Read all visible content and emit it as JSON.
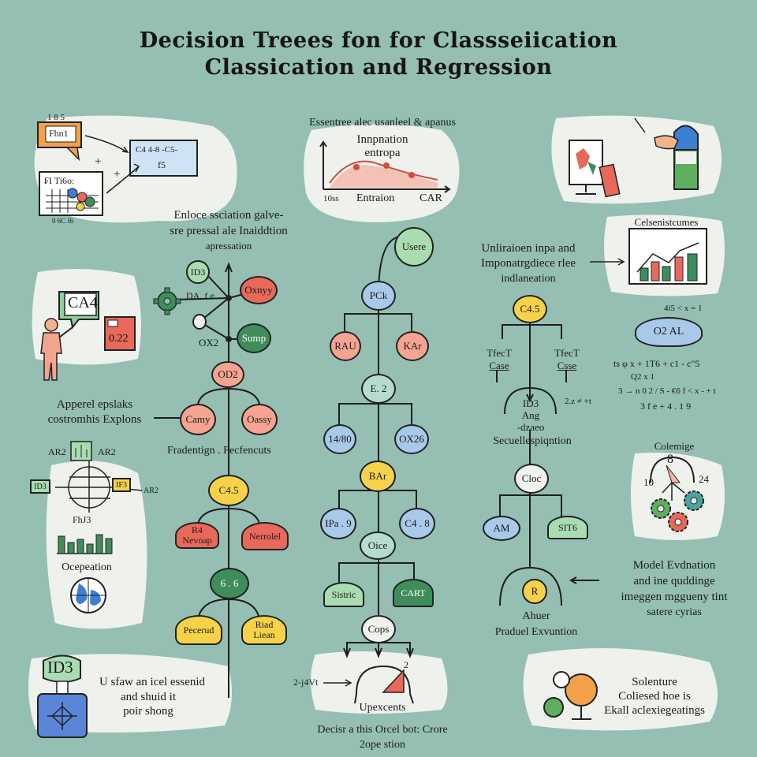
{
  "title_line1": "Decision Treees fon for Classseiication",
  "title_line2": "Classication and Regression",
  "colors": {
    "background": "#95bfb2",
    "panel": "#eef1ec",
    "red": "#e8695a",
    "salmon": "#f4a490",
    "green": "#3f8d5a",
    "light_green": "#a9dcb1",
    "yellow": "#f5d24a",
    "blue": "#a9c9ea",
    "teal": "#b6dcd0"
  },
  "top_left": {
    "card_label": "Fhn1",
    "card_top": "1 8 5",
    "board_line1": "C4 4-8 -C5-",
    "board_line2": "f5",
    "grid_label": "₣I Ti6o:",
    "grid_bottom": "0   6C  I6",
    "plus": "+"
  },
  "top_center": {
    "heading": "Essentree alec usanleel & apanus",
    "sub1": "Innpnation",
    "sub2": "entropa",
    "axis_left": "10ss",
    "axis_mid": "Entraion",
    "axis_right": "CAR"
  },
  "top_right": {
    "chart_title": "Celsenistcumes",
    "small_label": "4i5  <  x  =  1",
    "oval_label": "O2 AL",
    "formula1": "ts  φ  x  +    1T6  +  c1  -  c\"5",
    "formula2": "Q2  x  1",
    "formula3": "3  →  n  0  2  /  S  -  €6  f  <  x  -  +  t",
    "formula4": "3  f  e  +  4 . 1 9"
  },
  "left_tree": {
    "caption1": "Enloce ssciation galve-",
    "caption2": "sre pressal ale Inaiddtion",
    "caption3": "apressation",
    "id3": "ID3",
    "da": "DA. f  e",
    "oxy": "Oxnyy",
    "ox2": "OX2",
    "sump": "Sump",
    "od2": "OD2",
    "camy": "Camy",
    "oasy": "Oassy",
    "fradentign": "Fradentign . Fecfencuts",
    "c45": "C4.5",
    "r4": "R4",
    "nevoap": "Nevoap",
    "nerrolel": "Nerrolel",
    "six": "6 . 6",
    "pecerud": "Pecerud",
    "riad1": "Riad",
    "riad2": "Liean"
  },
  "center_tree": {
    "root": "Usere",
    "pck": "PCk",
    "rau": "RAU",
    "kar": "KAr",
    "e2": "E. 2",
    "n1480": "14/80",
    "ox26": "OX26",
    "bar": "BAr",
    "ipa9": "IPa . 9",
    "c48": "C4 . 8",
    "oice": "Oice",
    "sistric": "Sistric",
    "cart": "CART",
    "cops": "Cops",
    "upexcents": "Upexcents",
    "arrow_label": "2-j4Vt",
    "gauge_num": "2",
    "bottom1": "Decisr a this Orcel bot: Crore",
    "bottom2": "2ope stion"
  },
  "right_tree": {
    "heading1": "Unliraioen inpa and",
    "heading2": "Imponatrgdiece rlee",
    "heading3": "indlaneation",
    "c45": "C4.5",
    "treet1a": "TfecT",
    "treet1b": "Case",
    "treet2a": "TfecT",
    "treet2b": "Csse",
    "id3a": "ID3",
    "id3b": "Ang",
    "id3c": "-dzaeo",
    "sideval": "2.z ≠ +t",
    "secuell": "Secuellespiqntion",
    "cloc": "Cloc",
    "am": "AM",
    "sit6": "SIT6",
    "rnode": "R",
    "ahuer": "Ahuer",
    "praduel": "Praduel Exvuntion"
  },
  "right_side": {
    "model1": "Model Evdnation",
    "model2": "and ine quddinge",
    "model3": "imeggen mggueny tint",
    "model4": "satere cyrias",
    "colemige": "Colemige",
    "gauge_8": "8",
    "gauge_10": "10",
    "gauge_24": "24",
    "solenture1": "Solenture",
    "solenture2": "Coliesed hoe is",
    "solenture3": "Ekall aclexiegeatings"
  },
  "left_side": {
    "ca4": "CA4",
    "red_box": "0.22",
    "appel1": "Apperel epslaks",
    "appel2": "costromhis Explons",
    "ar1": "AR2",
    "ar2": "AR2",
    "ar3": "AR2",
    "box1": "ID3",
    "box2": "IF3",
    "fhs": "FhJ3",
    "occ": "Ocepeation",
    "id3_bottom": "ID3",
    "bot1": "U sfaw an icel essenid",
    "bot2": "and shuid it",
    "bot3": "poir shong"
  }
}
